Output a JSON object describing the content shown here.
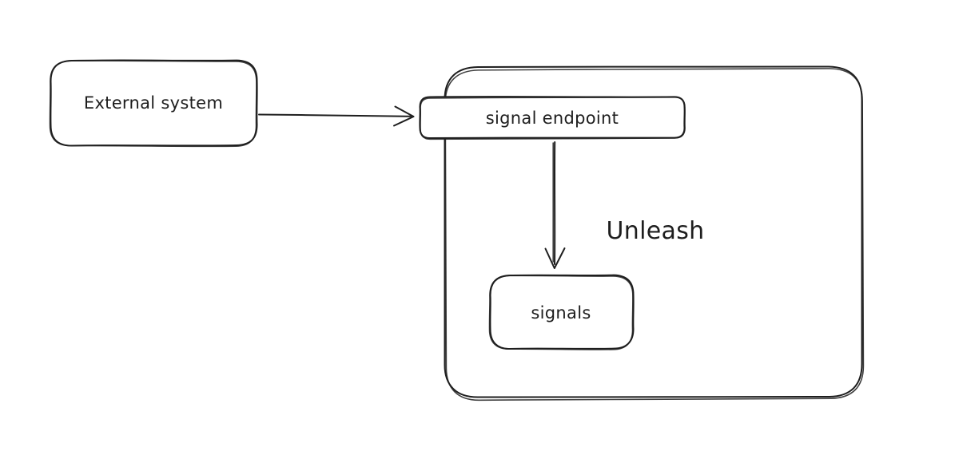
{
  "diagram": {
    "background_color": "#ffffff",
    "stroke_color": "#1e1e1e",
    "text_color": "#1e1e1e",
    "style": "hand-drawn",
    "nodes": [
      {
        "id": "external-system",
        "label": "External system",
        "type": "rounded-rectangle"
      },
      {
        "id": "unleash",
        "label": "Unleash",
        "type": "container"
      },
      {
        "id": "signal-endpoint",
        "label": "signal endpoint",
        "type": "rounded-rectangle",
        "parent": "unleash"
      },
      {
        "id": "signals",
        "label": "signals",
        "type": "rounded-rectangle",
        "parent": "unleash"
      }
    ],
    "edges": [
      {
        "id": "external-to-endpoint",
        "from": "external-system",
        "to": "signal-endpoint",
        "style": "open-arrow"
      },
      {
        "id": "endpoint-to-signals",
        "from": "signal-endpoint",
        "to": "signals",
        "style": "open-arrow"
      }
    ]
  }
}
